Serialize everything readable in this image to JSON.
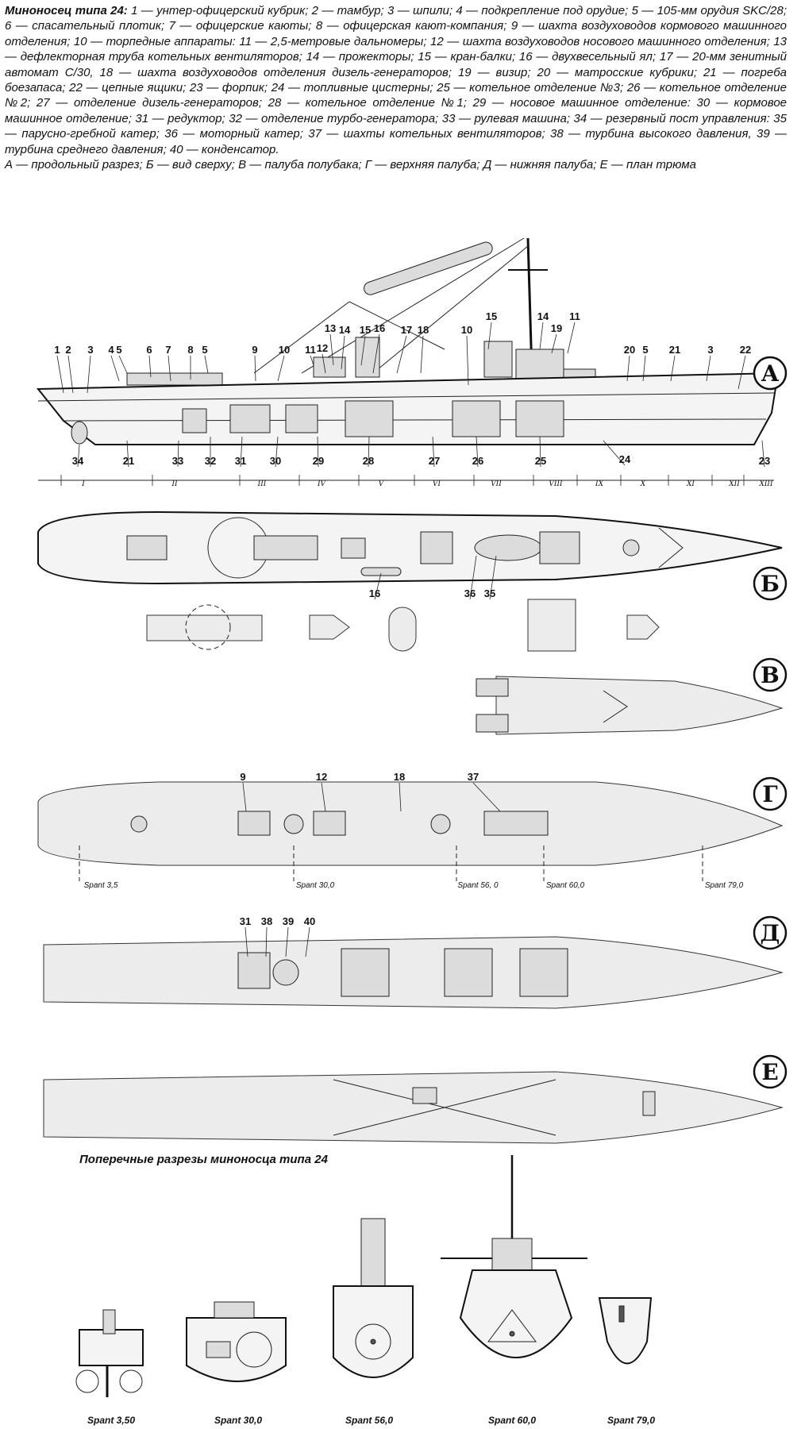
{
  "caption": {
    "title": "Миноносец типа 24:",
    "legend": "1 — унтер-офицерский кубрик; 2 — тамбур; 3 — шпили; 4 — подкрепление под орудие; 5 — 105-мм орудия SKC/28; 6 — спасательный плотик; 7 — офицерские каюты; 8 — офицерская кают-компания; 9 — шахта воздуховодов кормового машинного отделения; 10 — торпедные аппараты: 11 — 2,5-метровые дальномеры; 12 — шахта воздуховодов носового машинного отделения; 13 — дефлекторная труба котельных вентиляторов; 14 — прожекторы; 15 — кран-балки; 16 — двухвесельный ял; 17 — 20-мм зенитный автомат С/30, 18 — шахта воздуховодов отделения дизель-генераторов; 19 — визир; 20 — матросские кубрики; 21 — погреба боезапаса; 22 — цепные ящики; 23 — форпик; 24 — топливные цистерны; 25 — котельное отделение №3; 26 — котельное отделение №2; 27 — отделение дизель-генераторов; 28 — котельное отделение №1; 29 — носовое машинное отделение: 30 — кормовое машинное отделение; 31 — редуктор; 32 — отделение турбо-генератора; 33 — рулевая машина; 34 — резервный пост управления: 35 — парусно-гребной катер; 36 — моторный катер; 37 — шахты котельных вентиляторов; 38 — турбина высокого давления, 39 — турбина среднего давления; 40 — конденсатор.",
    "views": "А — продольный разрез; Б — вид сверху; В — палуба полубака; Г — верхняя палуба; Д — нижняя палуба; Е — план трюма"
  },
  "view_letters": {
    "a": "А",
    "b": "Б",
    "v": "В",
    "g": "Г",
    "d": "Д",
    "e": "Е"
  },
  "profile_labels_top": [
    "1",
    "2",
    "3",
    "4",
    "5",
    "6",
    "7",
    "8",
    "5",
    "9",
    "10",
    "11",
    "12",
    "13",
    "14",
    "15",
    "16",
    "17",
    "18",
    "10",
    "15",
    "14",
    "19",
    "11",
    "20",
    "5",
    "21",
    "3",
    "22"
  ],
  "profile_labels_bottom": [
    "34",
    "21",
    "33",
    "32",
    "31",
    "30",
    "29",
    "28",
    "27",
    "26",
    "25",
    "24",
    "23"
  ],
  "frames_roman": [
    "I",
    "II",
    "III",
    "IV",
    "V",
    "VI",
    "VII",
    "VIII",
    "IX",
    "X",
    "XI",
    "XII",
    "XIII"
  ],
  "top_view_labels": [
    "16",
    "36",
    "35"
  ],
  "upper_deck_labels": [
    "9",
    "12",
    "18",
    "37"
  ],
  "upper_deck_spants": [
    "Spant  3,5",
    "Spant  30,0",
    "Spant  56, 0",
    "Spant  60,0",
    "Spant  79,0"
  ],
  "lower_deck_labels": [
    "31",
    "38",
    "39",
    "40"
  ],
  "sections_title": "Поперечные разрезы миноносца типа 24",
  "section_spants": [
    "Spant    3,50",
    "Spant    30,0",
    "Spant    56,0",
    "Spant    60,0",
    "Spant    79,0"
  ]
}
